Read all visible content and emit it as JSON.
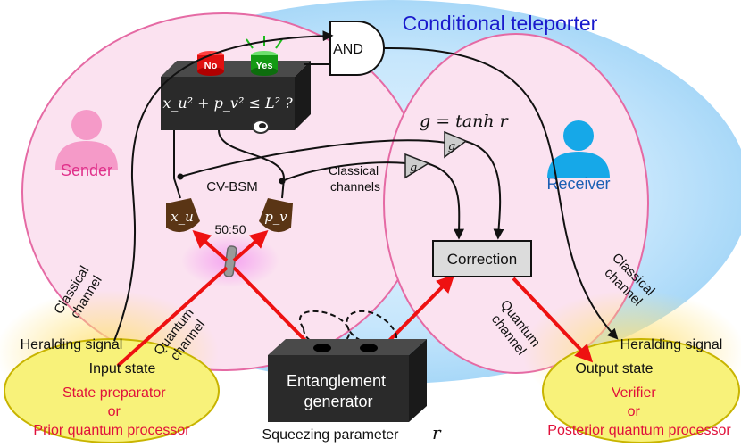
{
  "title": "Conditional teleporter",
  "sender": "Sender",
  "receiver": "Receiver",
  "and_gate": "AND",
  "lamp_no": "No",
  "lamp_yes": "Yes",
  "condition": "x_u² + p_v² ≤ L² ?",
  "gain_equation": "g = tanh r",
  "gain_symbol": "g",
  "detector_x": "x_u",
  "detector_p": "p_v",
  "cv_bsm": "CV-BSM",
  "beam_splitter": "50:50",
  "classical_channels": [
    "Classical",
    "channels"
  ],
  "classical_channel_left": [
    "Classical",
    "channel"
  ],
  "classical_channel_right": [
    "Classical",
    "channel"
  ],
  "quantum_channel_left": [
    "Quantum",
    "channel"
  ],
  "quantum_channel_right": [
    "Quantum",
    "channel"
  ],
  "correction": "Correction",
  "entanglement_generator": [
    "Entanglement",
    "generator"
  ],
  "squeezing": "Squeezing parameter",
  "squeezing_symbol": "r",
  "heralding_left": "Heralding signal",
  "heralding_right": "Heralding signal",
  "input_state": "Input state",
  "output_state": "Output state",
  "left_box": [
    "State preparator",
    "or",
    "Prior quantum processor"
  ],
  "right_box": [
    "Verifier",
    "or",
    "Posterior quantum processor"
  ],
  "colors": {
    "title": "#1a1acc",
    "pink_text": "#e0308a",
    "red_text": "#e0103a",
    "blue_text": "#1a5fb4",
    "beam": "#ee1111",
    "sky": "#b8e0fb",
    "pink_fill": "#fbe2f0",
    "pink_stroke": "#e56aa4",
    "yellow": "#f8f27a",
    "detector": "#5a3515",
    "box_dark": "#2a2a2a"
  }
}
